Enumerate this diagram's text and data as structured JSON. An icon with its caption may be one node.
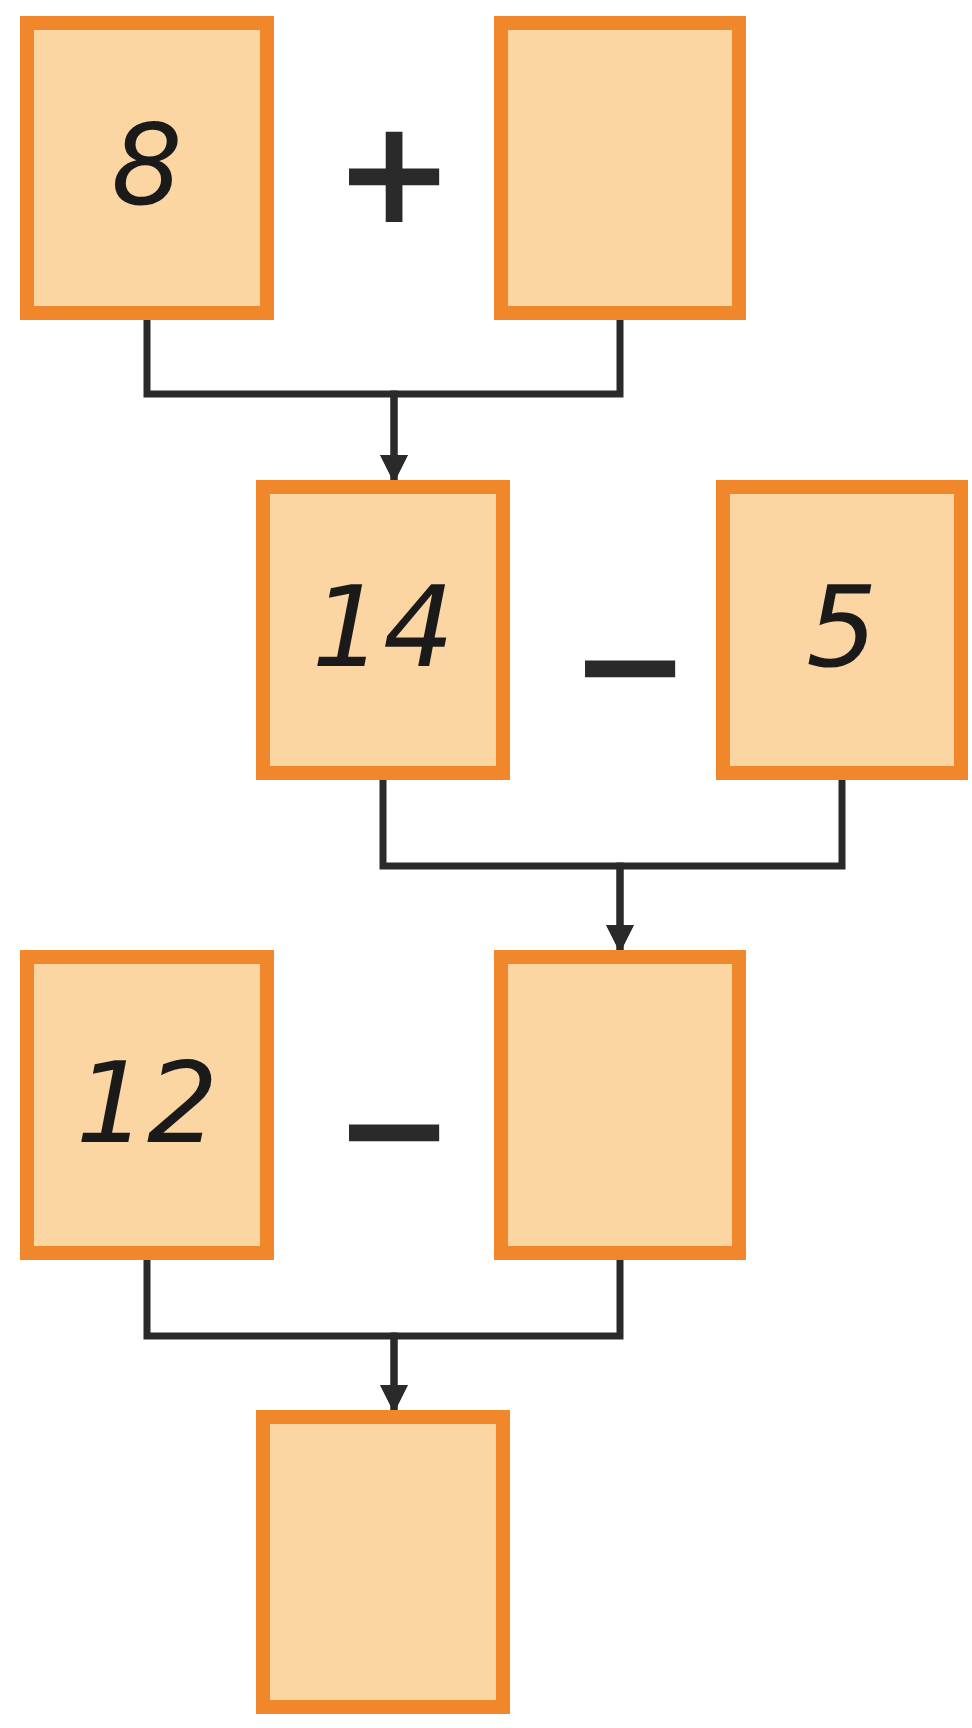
{
  "diagram": {
    "nodes": [
      {
        "text": [
          "8"
        ]
      },
      {
        "text": [],
        "shape": "box"
      },
      {
        "text": [
          "14"
        ]
      },
      {
        "text": [
          "5"
        ]
      },
      {
        "text": [
          "12"
        ]
      },
      {
        "text": [],
        "shape": "box"
      },
      {
        "text": [],
        "shape": "box"
      }
    ],
    "edges": [
      {
        "from": 0,
        "to": 2,
        "arrow": "to"
      },
      {
        "from": 1,
        "to": 2,
        "arrow": "to"
      },
      {
        "from": 2,
        "to": 5,
        "arrow": "to"
      },
      {
        "from": 3,
        "to": 5,
        "arrow": "to"
      },
      {
        "from": 4,
        "to": 6,
        "arrow": "to"
      },
      {
        "from": 5,
        "to": 6,
        "arrow": "to"
      }
    ],
    "labels": [
      "+",
      "−",
      "−"
    ]
  }
}
